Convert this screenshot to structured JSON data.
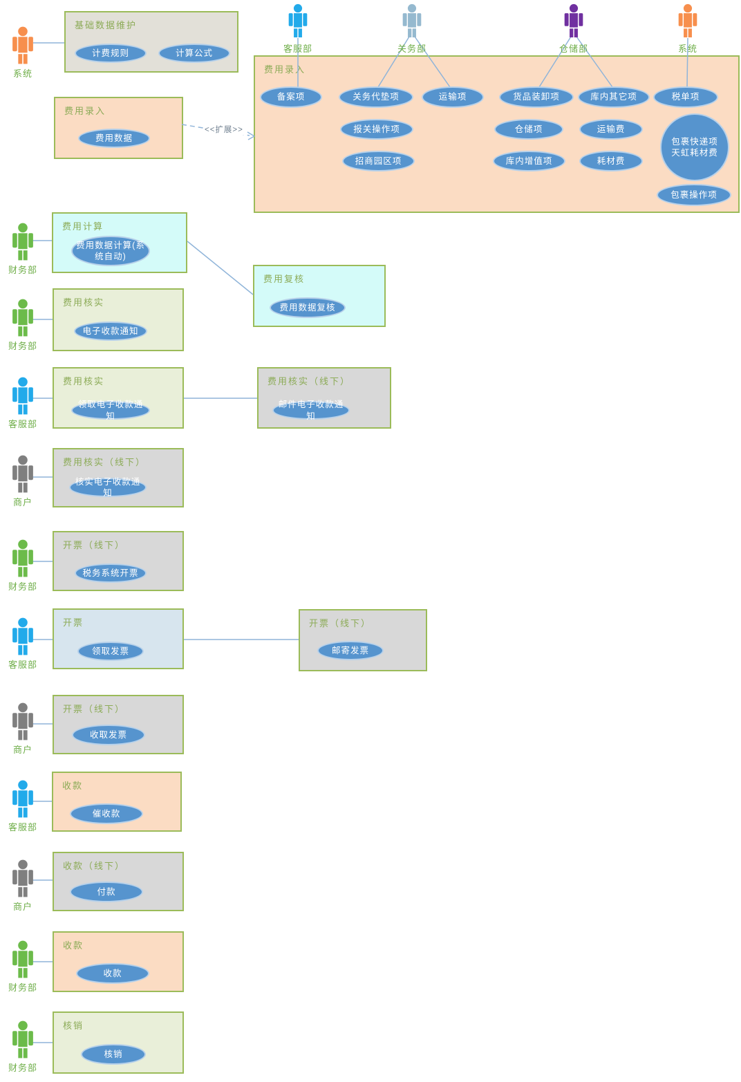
{
  "colors": {
    "boundary_border": "#9bbb59",
    "boundary_title_text": "#8cab57",
    "usecase_fill": "#5694ce",
    "usecase_border": "#b7d1ea",
    "usecase_text": "#ffffff",
    "connector": "#8fb4d9",
    "actor_label_text": "#6fae49",
    "actor_green": "#6cbb4a",
    "actor_blue": "#22aaea",
    "actor_steelblue": "#95b9cf",
    "actor_purple": "#7030a0",
    "actor_orange": "#f78f4d",
    "actor_gray": "#7f7f7f",
    "fill_peach": "#fbdcc3",
    "fill_cyan": "#d4fbf9",
    "fill_green": "#e9efd9",
    "fill_gray": "#d8d8d8",
    "fill_blue": "#d7e5ee"
  },
  "base_maintenance": {
    "actor": "系统",
    "boundary": "基础数据维护",
    "usecases": [
      "计费规则",
      "计算公式"
    ]
  },
  "fee_entry_local": {
    "boundary": "费用录入",
    "usecase": "费用数据",
    "extend_label": "<<扩展>>"
  },
  "fee_entry_main": {
    "boundary": "费用录入",
    "actors": [
      "客服部",
      "关务部",
      "仓储部",
      "系统"
    ],
    "row1": [
      "备案项",
      "关务代垫项",
      "运输项",
      "货品装卸项",
      "库内其它项",
      "税单项"
    ],
    "row2": [
      "报关操作项",
      "仓储项",
      "运输费"
    ],
    "row3": [
      "招商园区项",
      "库内增值项",
      "耗材费"
    ],
    "row4": [
      "包裹操作项"
    ],
    "big_circle": {
      "line1": "包裹快递项",
      "line2": "天虹耗材费"
    }
  },
  "review": {
    "boundary": "费用复核",
    "usecase": "费用数据复核"
  },
  "rows": [
    {
      "actor": "财务部",
      "boundary": "费用计算",
      "usecase": "费用数据计算(系统自动)"
    },
    {
      "actor": "财务部",
      "boundary": "费用核实",
      "usecase": "电子收款通知"
    },
    {
      "actor": "客服部",
      "boundary": "费用核实",
      "usecase": "领取电子收款通知"
    },
    {
      "actor": "商户",
      "boundary": "费用核实（线下）",
      "usecase": "核实电子收款通知"
    },
    {
      "actor": "财务部",
      "boundary": "开票（线下）",
      "usecase": "税务系统开票"
    },
    {
      "actor": "客服部",
      "boundary": "开票",
      "usecase": "领取发票"
    },
    {
      "actor": "商户",
      "boundary": "开票（线下）",
      "usecase": "收取发票"
    },
    {
      "actor": "客服部",
      "boundary": "收款",
      "usecase": "催收款"
    },
    {
      "actor": "商户",
      "boundary": "收款（线下）",
      "usecase": "付款"
    },
    {
      "actor": "财务部",
      "boundary": "收款",
      "usecase": "收款"
    },
    {
      "actor": "财务部",
      "boundary": "核销",
      "usecase": "核销"
    }
  ],
  "linked": [
    {
      "boundary": "费用核实（线下）",
      "usecase": "邮件电子收款通知"
    },
    {
      "boundary": "开票（线下）",
      "usecase": "邮寄发票"
    }
  ]
}
